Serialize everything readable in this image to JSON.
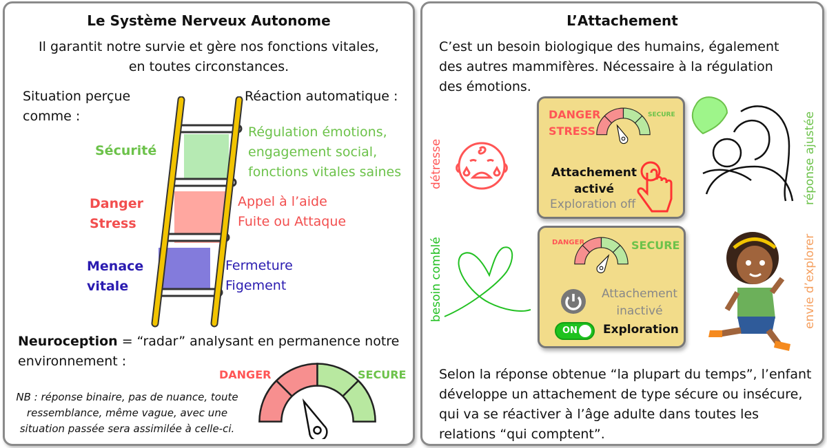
{
  "left": {
    "title": "Le Système Nerveux Autonome",
    "subtitle_line1": "Il garantit notre survie et gère nos fonctions vitales,",
    "subtitle_line2": "en toutes circonstances.",
    "col_situation": "Situation perçue comme :",
    "col_reaction": "Réaction automatique :",
    "levels": [
      {
        "label": "Sécurité",
        "reaction": [
          "Régulation émotions,",
          "engagement social,",
          "fonctions vitales saines"
        ],
        "color": "#6cc24a"
      },
      {
        "label": "Danger\nStress",
        "reaction": [
          "Appel à l’aide",
          "Fuite ou Attaque"
        ],
        "color": "#f24e4e"
      },
      {
        "label": "Menace\nvitale",
        "reaction": [
          "Fermeture",
          "Figement"
        ],
        "color": "#2a1bb0"
      }
    ],
    "neuroception_term": "Neuroception",
    "neuroception_text": " = “radar” analysant en permanence notre environnement :",
    "nb": "NB : réponse binaire, pas de nuance, toute ressemblance, même vague, avec une situation passée sera assimilée à celle-ci.",
    "gauge": {
      "danger": "DANGER",
      "secure": "SECURE"
    }
  },
  "right": {
    "title": "L’Attachement",
    "intro": "C’est un besoin biologique des humains, également des autres mammifères. Nécessaire à la régulation des émotions.",
    "distress_label": "détresse",
    "adjusted_label": "réponse ajustée",
    "fulfilled_label": "besoin comblé",
    "explore_label": "envie d’explorer",
    "card1": {
      "danger": "DANGER",
      "stress": "STRESS",
      "secure": "SECURE",
      "line1": "Attachement",
      "line2": "activé",
      "line3": "Exploration off"
    },
    "card2": {
      "danger": "DANGER",
      "secure": "SECURE",
      "line1": "Attachement",
      "line2": "inactivé",
      "toggle": "ON",
      "exploration": "Exploration"
    },
    "conclusion": "Selon la réponse obtenue “la plupart du temps”, l’enfant développe un attachement de type sécure ou insécure, qui va se réactiver à l’âge adulte dans toutes les relations “qui comptent”."
  }
}
